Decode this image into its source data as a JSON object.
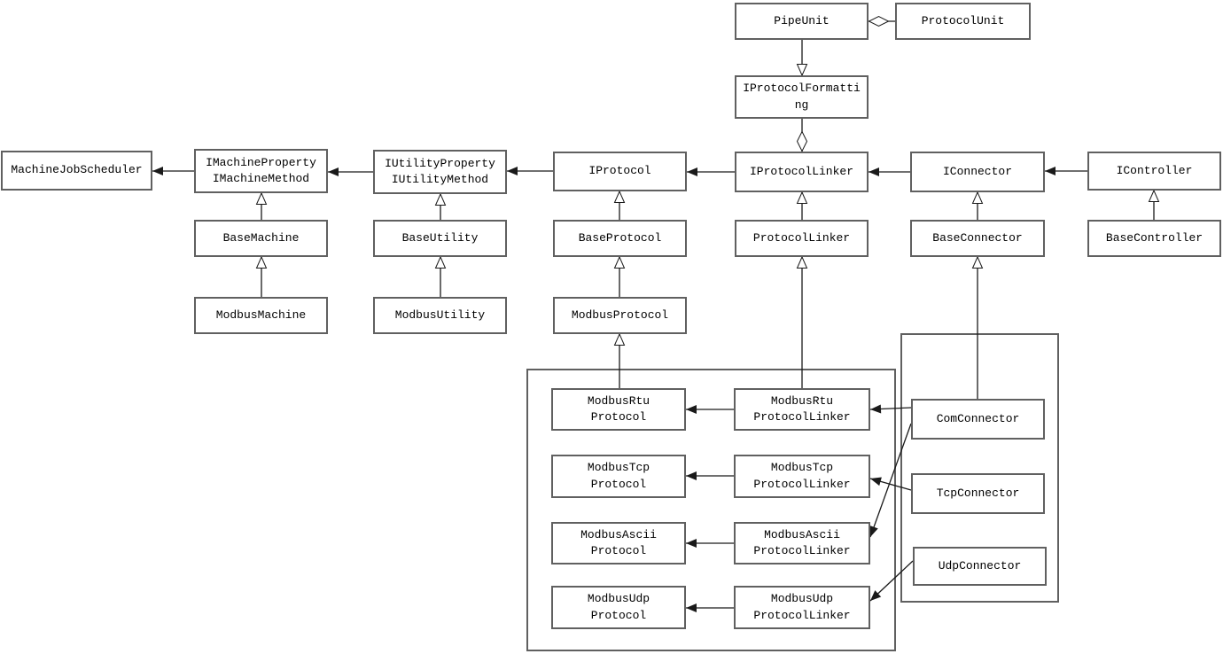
{
  "diagram": {
    "kind": "uml-class-diagram",
    "colors": {
      "background": "#ffffff",
      "box_border": "#606060",
      "line": "#1a1a1a",
      "text": "#000000"
    },
    "nodes": {
      "pipe_unit": {
        "label": "PipeUnit"
      },
      "protocol_unit": {
        "label": "ProtocolUnit"
      },
      "iprotocol_formatting": {
        "label": "IProtocolFormatting"
      },
      "machine_job_scheduler": {
        "label": "MachineJobScheduler"
      },
      "imachine": {
        "label": "IMachineProperty\nIMachineMethod"
      },
      "iutility": {
        "label": "IUtilityProperty\nIUtilityMethod"
      },
      "iprotocol": {
        "label": "IProtocol"
      },
      "iprotocol_linker": {
        "label": "IProtocolLinker"
      },
      "iconnector": {
        "label": "IConnector"
      },
      "icontroller": {
        "label": "IController"
      },
      "base_machine": {
        "label": "BaseMachine"
      },
      "base_utility": {
        "label": "BaseUtility"
      },
      "base_protocol": {
        "label": "BaseProtocol"
      },
      "protocol_linker": {
        "label": "ProtocolLinker"
      },
      "base_connector": {
        "label": "BaseConnector"
      },
      "base_controller": {
        "label": "BaseController"
      },
      "modbus_machine": {
        "label": "ModbusMachine"
      },
      "modbus_utility": {
        "label": "ModbusUtility"
      },
      "modbus_protocol": {
        "label": "ModbusProtocol"
      },
      "modbus_rtu_protocol": {
        "label": "ModbusRtu\nProtocol"
      },
      "modbus_rtu_protocol_linker": {
        "label": "ModbusRtu\nProtocolLinker"
      },
      "modbus_tcp_protocol": {
        "label": "ModbusTcp\nProtocol"
      },
      "modbus_tcp_protocol_linker": {
        "label": "ModbusTcp\nProtocolLinker"
      },
      "modbus_ascii_protocol": {
        "label": "ModbusAscii\nProtocol"
      },
      "modbus_ascii_protocol_linker": {
        "label": "ModbusAscii\nProtocolLinker"
      },
      "modbus_udp_protocol": {
        "label": "ModbusUdp\nProtocol"
      },
      "modbus_udp_protocol_linker": {
        "label": "ModbusUdp\nProtocolLinker"
      },
      "com_connector": {
        "label": "ComConnector"
      },
      "tcp_connector": {
        "label": "TcpConnector"
      },
      "udp_connector": {
        "label": "UdpConnector"
      }
    },
    "edges": [
      {
        "from": "ProtocolUnit",
        "to": "PipeUnit",
        "type": "aggregation"
      },
      {
        "from": "PipeUnit",
        "to": "IProtocolFormatting",
        "type": "generalization"
      },
      {
        "from": "IProtocolFormatting",
        "to": "IProtocolLinker",
        "type": "aggregation"
      },
      {
        "from": "IMachineProperty/IMachineMethod",
        "to": "MachineJobScheduler",
        "type": "association"
      },
      {
        "from": "IUtilityProperty/IUtilityMethod",
        "to": "IMachineProperty/IMachineMethod",
        "type": "association"
      },
      {
        "from": "IProtocol",
        "to": "IUtilityProperty/IUtilityMethod",
        "type": "association"
      },
      {
        "from": "IProtocolLinker",
        "to": "IProtocol",
        "type": "association"
      },
      {
        "from": "IConnector",
        "to": "IProtocolLinker",
        "type": "association"
      },
      {
        "from": "IController",
        "to": "IConnector",
        "type": "association"
      },
      {
        "from": "BaseMachine",
        "to": "IMachineProperty/IMachineMethod",
        "type": "generalization"
      },
      {
        "from": "ModbusMachine",
        "to": "BaseMachine",
        "type": "generalization"
      },
      {
        "from": "BaseUtility",
        "to": "IUtilityProperty/IUtilityMethod",
        "type": "generalization"
      },
      {
        "from": "ModbusUtility",
        "to": "BaseUtility",
        "type": "generalization"
      },
      {
        "from": "BaseProtocol",
        "to": "IProtocol",
        "type": "generalization"
      },
      {
        "from": "ModbusProtocol",
        "to": "BaseProtocol",
        "type": "generalization"
      },
      {
        "from": "ModbusRtuProtocol",
        "to": "ModbusProtocol",
        "type": "generalization"
      },
      {
        "from": "ProtocolLinker",
        "to": "IProtocolLinker",
        "type": "generalization"
      },
      {
        "from": "ModbusRtuProtocolLinker",
        "to": "ProtocolLinker",
        "type": "generalization"
      },
      {
        "from": "BaseConnector",
        "to": "IConnector",
        "type": "generalization"
      },
      {
        "from": "ComConnector",
        "to": "BaseConnector",
        "type": "generalization"
      },
      {
        "from": "BaseController",
        "to": "IController",
        "type": "generalization"
      },
      {
        "from": "ModbusRtuProtocolLinker",
        "to": "ModbusRtuProtocol",
        "type": "association"
      },
      {
        "from": "ModbusTcpProtocolLinker",
        "to": "ModbusTcpProtocol",
        "type": "association"
      },
      {
        "from": "ModbusAsciiProtocolLinker",
        "to": "ModbusAsciiProtocol",
        "type": "association"
      },
      {
        "from": "ModbusUdpProtocolLinker",
        "to": "ModbusUdpProtocol",
        "type": "association"
      },
      {
        "from": "ComConnector",
        "to": "ModbusRtuProtocolLinker",
        "type": "association"
      },
      {
        "from": "ComConnector",
        "to": "ModbusAsciiProtocolLinker",
        "type": "association"
      },
      {
        "from": "TcpConnector",
        "to": "ModbusTcpProtocolLinker",
        "type": "association"
      },
      {
        "from": "UdpConnector",
        "to": "ModbusUdpProtocolLinker",
        "type": "association"
      }
    ]
  }
}
